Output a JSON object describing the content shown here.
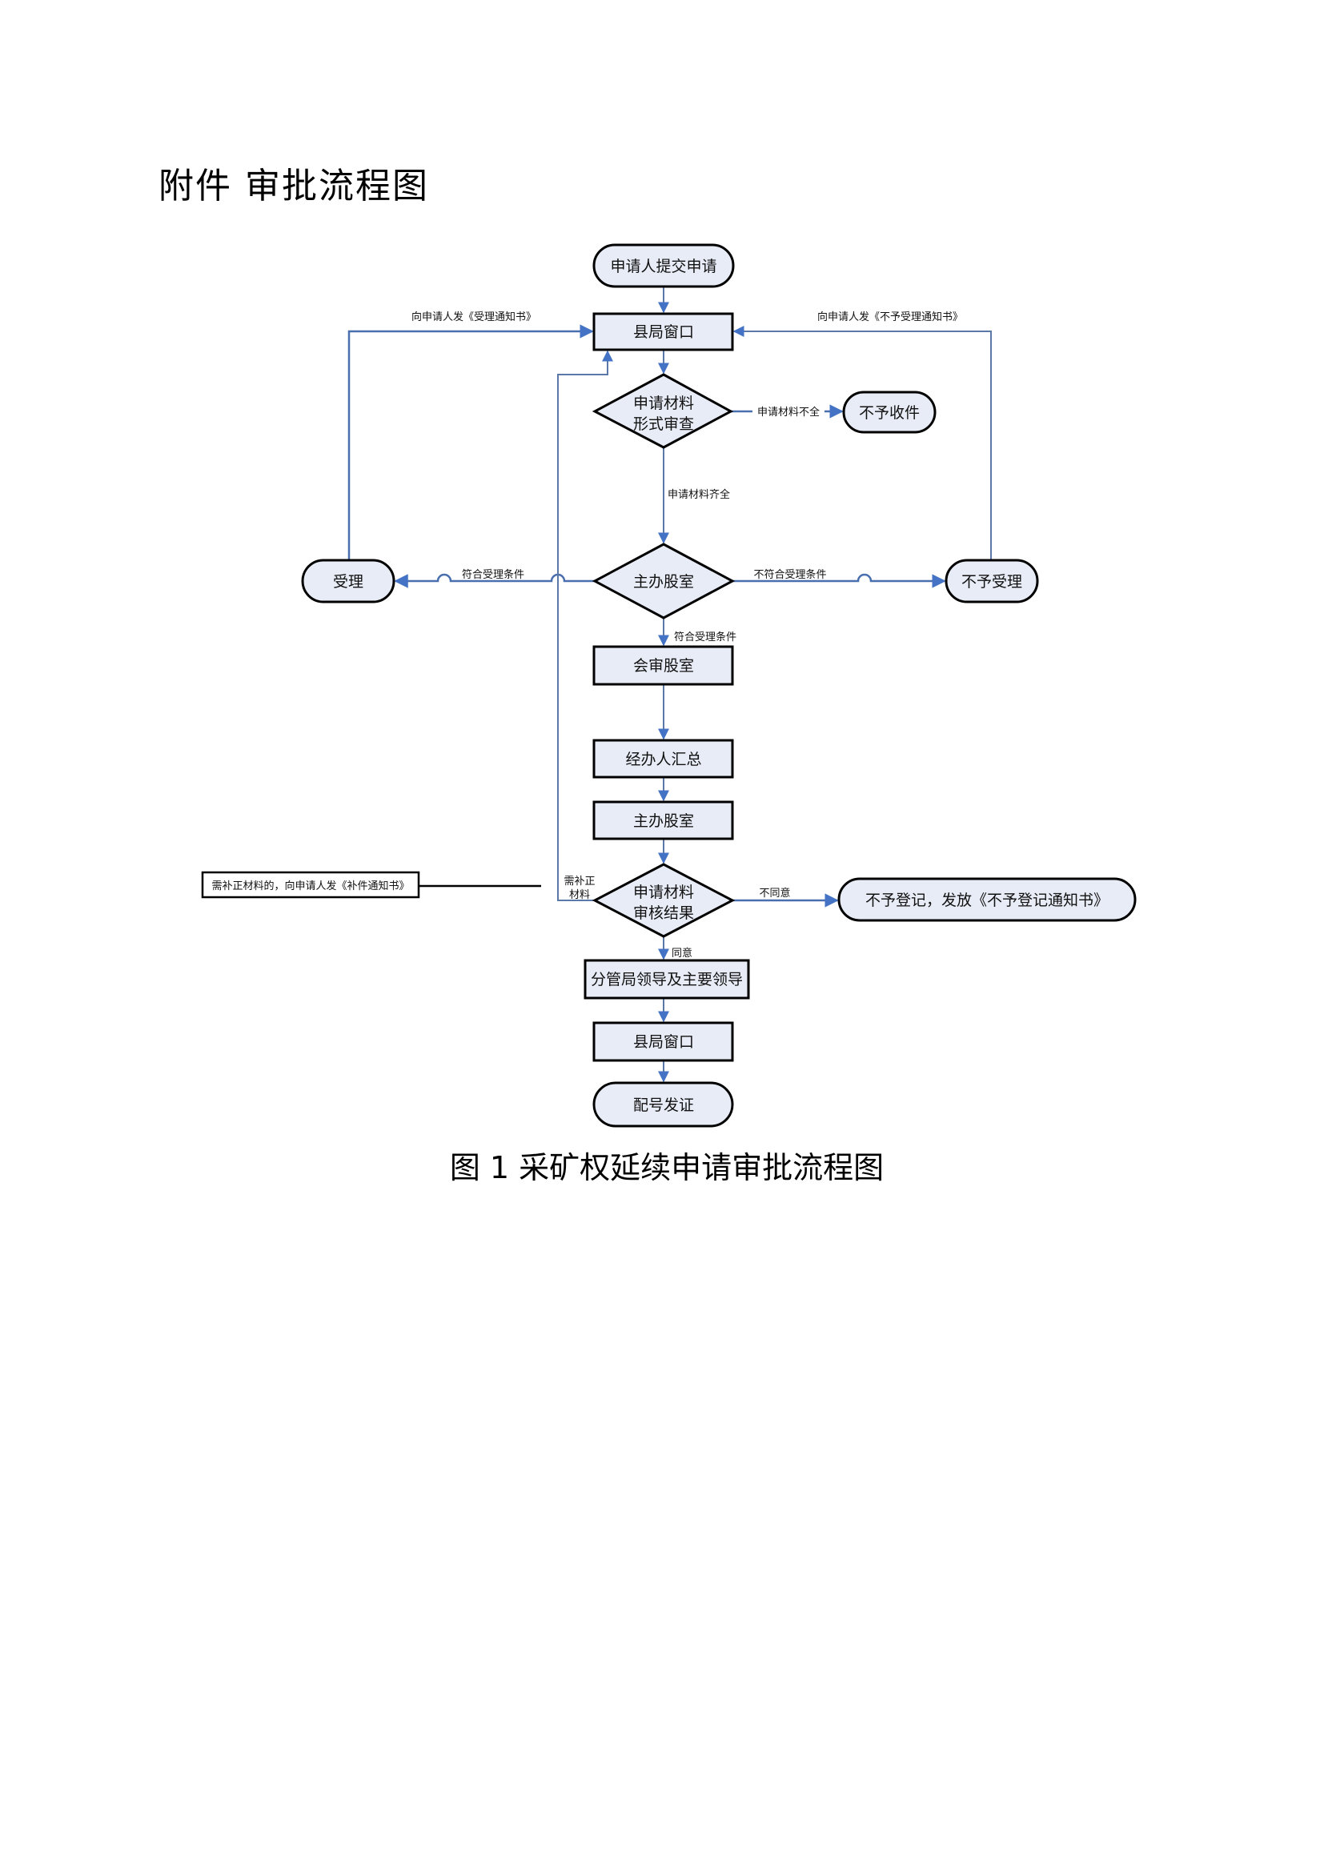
{
  "document": {
    "title": "附件  审批流程图",
    "caption": "图 1  采矿权延续申请审批流程图"
  },
  "diagram": {
    "nodes": {
      "submit": "申请人提交申请",
      "county_window_top": "县局窗口",
      "form_review_line1": "申请材料",
      "form_review_line2": "形式审查",
      "reject_receipt": "不予收件",
      "accept": "受理",
      "lead_office_decision": "主办股室",
      "reject_accept": "不予受理",
      "joint_review_office": "会审股室",
      "handler_summary": "经办人汇总",
      "lead_office": "主办股室",
      "review_result_line1": "申请材料",
      "review_result_line2": "审核结果",
      "no_registration": "不予登记，发放《不予登记通知书》",
      "leaders": "分管局领导及主要领导",
      "county_window_bottom": "县局窗口",
      "issue_license": "配号发证"
    },
    "edge_labels": {
      "accept_notice": "向申请人发《受理通知书》",
      "reject_notice": "向申请人发《不予受理通知书》",
      "incomplete": "申请材料不全",
      "complete": "申请材料齐全",
      "meets_conditions_left": "符合受理条件",
      "not_meets_conditions": "不符合受理条件",
      "meets_conditions_down": "符合受理条件",
      "needs_correction_line1": "需补正",
      "needs_correction_line2": "材料",
      "disagree": "不同意",
      "agree": "同意"
    },
    "annotation": "需补正材料的，向申请人发《补件通知书》"
  }
}
